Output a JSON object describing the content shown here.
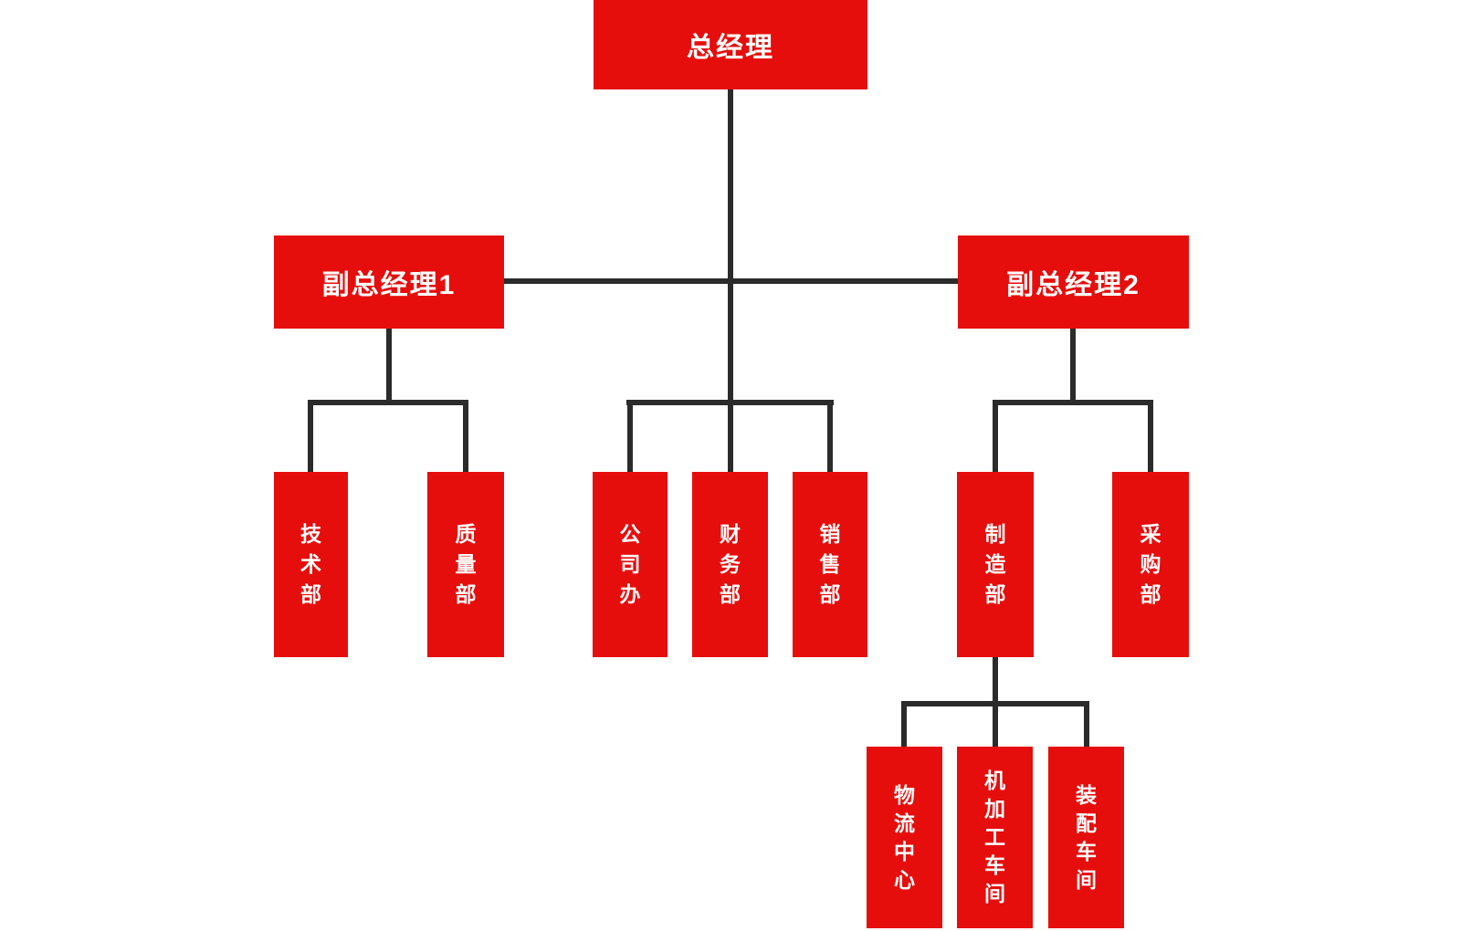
{
  "org_chart": {
    "type": "organization-chart",
    "colors": {
      "background": "#ffffff",
      "node_color": "#e60e0c",
      "text_color": "#ffffff",
      "line_color": "#2b2b2b"
    },
    "nodes": {
      "general_manager": {
        "label": "总经理"
      },
      "deputy_manager_1": {
        "label": "副总经理1"
      },
      "deputy_manager_2": {
        "label": "副总经理2"
      },
      "tech_dept": {
        "label": "技术部"
      },
      "quality_dept": {
        "label": "质量部"
      },
      "company_office": {
        "label": "公司办"
      },
      "finance_dept": {
        "label": "财务部"
      },
      "sales_dept": {
        "label": "销售部"
      },
      "manufacturing_dept": {
        "label": "制造部"
      },
      "procurement_dept": {
        "label": "采购部"
      },
      "logistics_center": {
        "label": "物流中心"
      },
      "machining_workshop": {
        "label": "机加工车间"
      },
      "assembly_workshop": {
        "label": "装配车间"
      }
    },
    "structure": {
      "root": "general_manager",
      "children": {
        "general_manager": [
          "deputy_manager_1",
          "company_office",
          "finance_dept",
          "sales_dept",
          "deputy_manager_2"
        ],
        "deputy_manager_1": [
          "tech_dept",
          "quality_dept"
        ],
        "deputy_manager_2": [
          "manufacturing_dept",
          "procurement_dept"
        ],
        "manufacturing_dept": [
          "logistics_center",
          "machining_workshop",
          "assembly_workshop"
        ]
      }
    }
  }
}
